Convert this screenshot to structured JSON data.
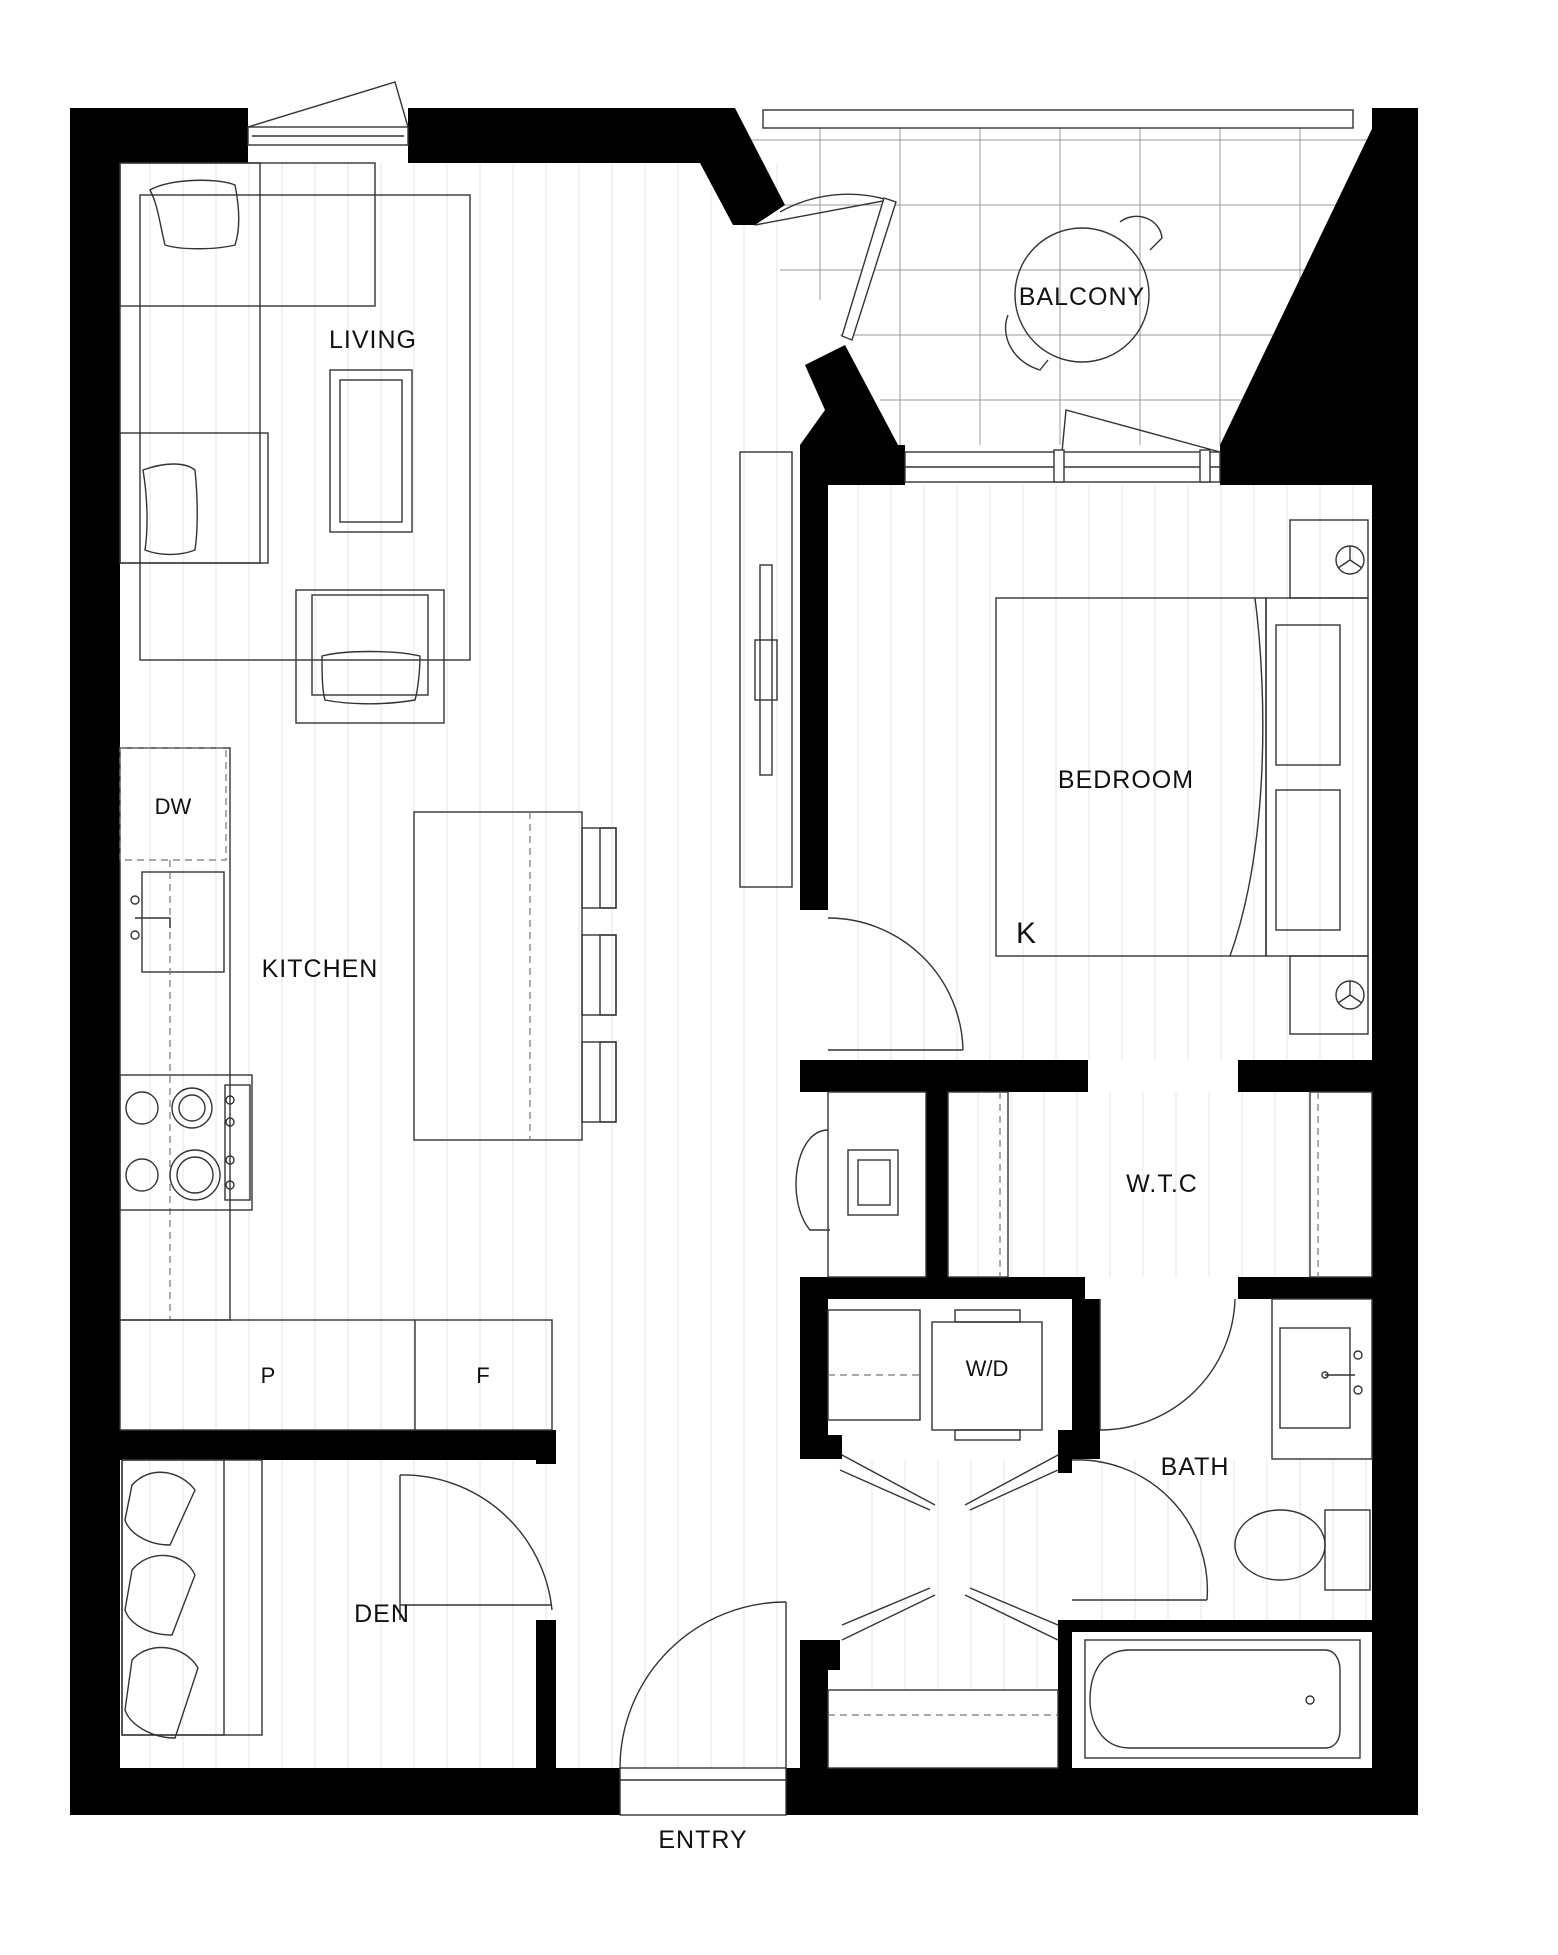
{
  "rooms": {
    "living": "LIVING",
    "balcony": "BALCONY",
    "bedroom": "BEDROOM",
    "bed_size": "K",
    "kitchen": "KITCHEN",
    "dishwasher": "DW",
    "walk_in_closet": "W.T.C",
    "washer_dryer": "W/D",
    "bath": "BATH",
    "pantry": "P",
    "fridge": "F",
    "den": "DEN",
    "entry": "ENTRY"
  },
  "colors": {
    "wall": "#000000",
    "line": "#333333",
    "floor_plank": "#e4e4e4",
    "background": "#ffffff"
  }
}
